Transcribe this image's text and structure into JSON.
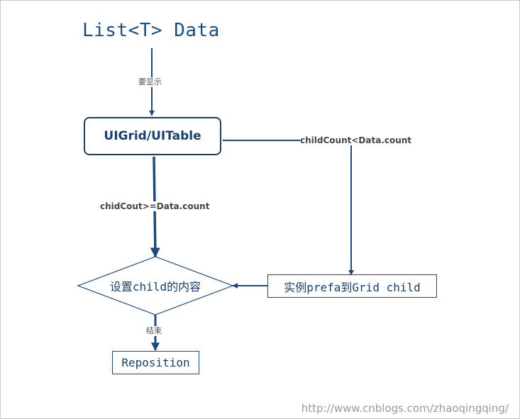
{
  "diagram": {
    "title": "List<T> Data",
    "nodes": {
      "grid": "UIGrid/UITable",
      "set_content": "设置child的内容",
      "instantiate": "实例prefa到Grid child",
      "reposition": "Reposition"
    },
    "edges": {
      "to_display": "要显示",
      "child_less": "childCount<Data.count",
      "child_ge": "chidCout>=Data.count",
      "end": "结束"
    },
    "colors": {
      "line": "#1c4a80",
      "text": "#17406e"
    }
  },
  "watermark": "http://www.cnblogs.com/zhaoqingqing/"
}
